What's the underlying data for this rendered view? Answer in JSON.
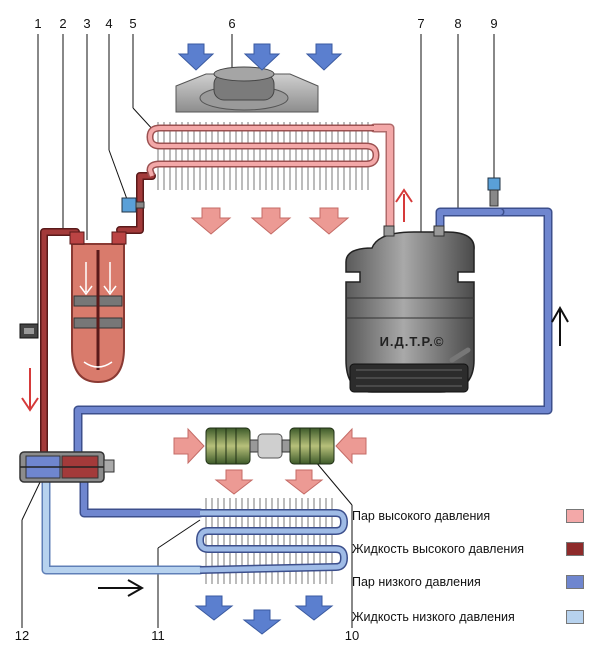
{
  "callouts": [
    "1",
    "2",
    "3",
    "4",
    "5",
    "6",
    "7",
    "8",
    "9",
    "10",
    "11",
    "12"
  ],
  "brand_text": "И.Д.Т.Р.©",
  "legend": [
    {
      "label": "Пар высокого давления",
      "color": "#f3a8a8"
    },
    {
      "label": "Жидкость высокого давления",
      "color": "#8e2a2a"
    },
    {
      "label": "Пар низкого давления",
      "color": "#6f86cf"
    },
    {
      "label": "Жидкость низкого давления",
      "color": "#b7d2ee"
    }
  ],
  "colors": {
    "high_pressure_vapor": "#f3a8a8",
    "high_pressure_liquid": "#8e2a2a",
    "low_pressure_vapor": "#6f86cf",
    "low_pressure_liquid": "#b7d2ee",
    "airflow_in_condenser": "#5b7fcf",
    "airflow_out_condenser": "#ec9a94",
    "airflow_in_evaporator": "#ec9a94",
    "airflow_out_evaporator": "#5b7fcf",
    "flow_arrow_high": "#d63a3a",
    "flow_arrow_low": "#111111"
  },
  "icons": [
    "fan-icon",
    "compressor-icon",
    "receiver-dryer-icon",
    "expansion-valve-icon",
    "blower-motor-icon",
    "pressure-switch-icon",
    "service-valve-icon"
  ]
}
